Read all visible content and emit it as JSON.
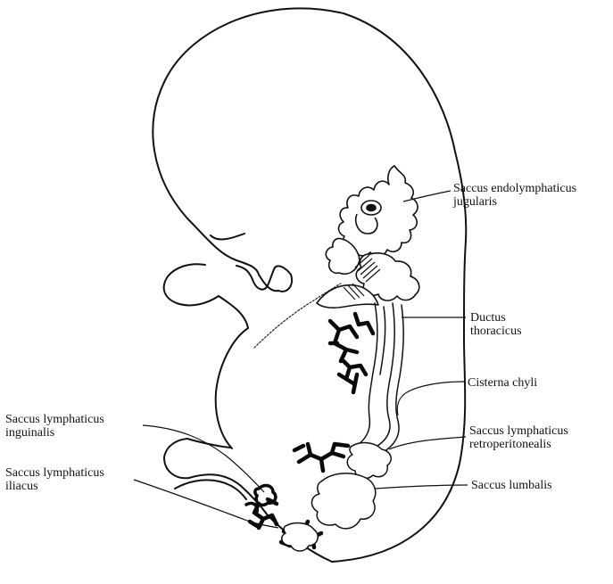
{
  "figure": {
    "labels": {
      "saccus_endolymphaticus": [
        "Saccus endolymphaticus",
        "jugularis"
      ],
      "ductus_thoracicus": [
        "Ductus",
        "thoracicus"
      ],
      "cisterna_chyli": [
        "Cisterna chyli"
      ],
      "saccus_retroperitonealis": [
        "Saccus lymphaticus",
        "retroperitonealis"
      ],
      "saccus_lumbalis": [
        "Saccus lumbalis"
      ],
      "saccus_inguinalis": [
        "Saccus lymphaticus",
        "inguinalis"
      ],
      "saccus_iliacus": [
        "Saccus lymphaticus",
        "iliacus"
      ]
    }
  }
}
